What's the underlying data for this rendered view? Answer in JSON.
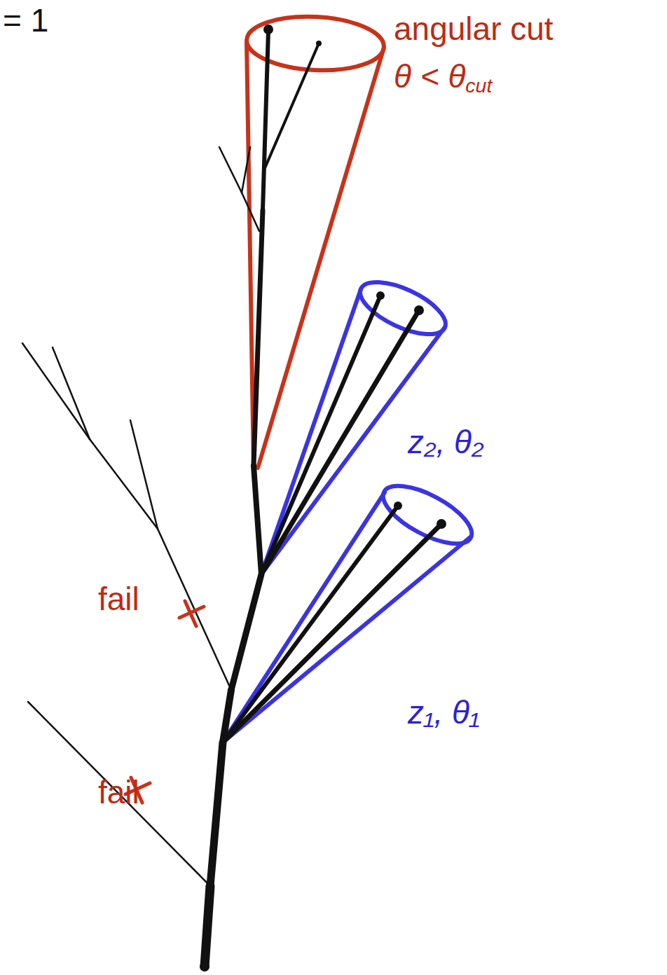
{
  "diagram": {
    "labels": [
      "= 1",
      "angular cut",
      "θ < θcut",
      "z₂, θ₂",
      "z₁, θ₁",
      "fail",
      "fail"
    ]
  }
}
